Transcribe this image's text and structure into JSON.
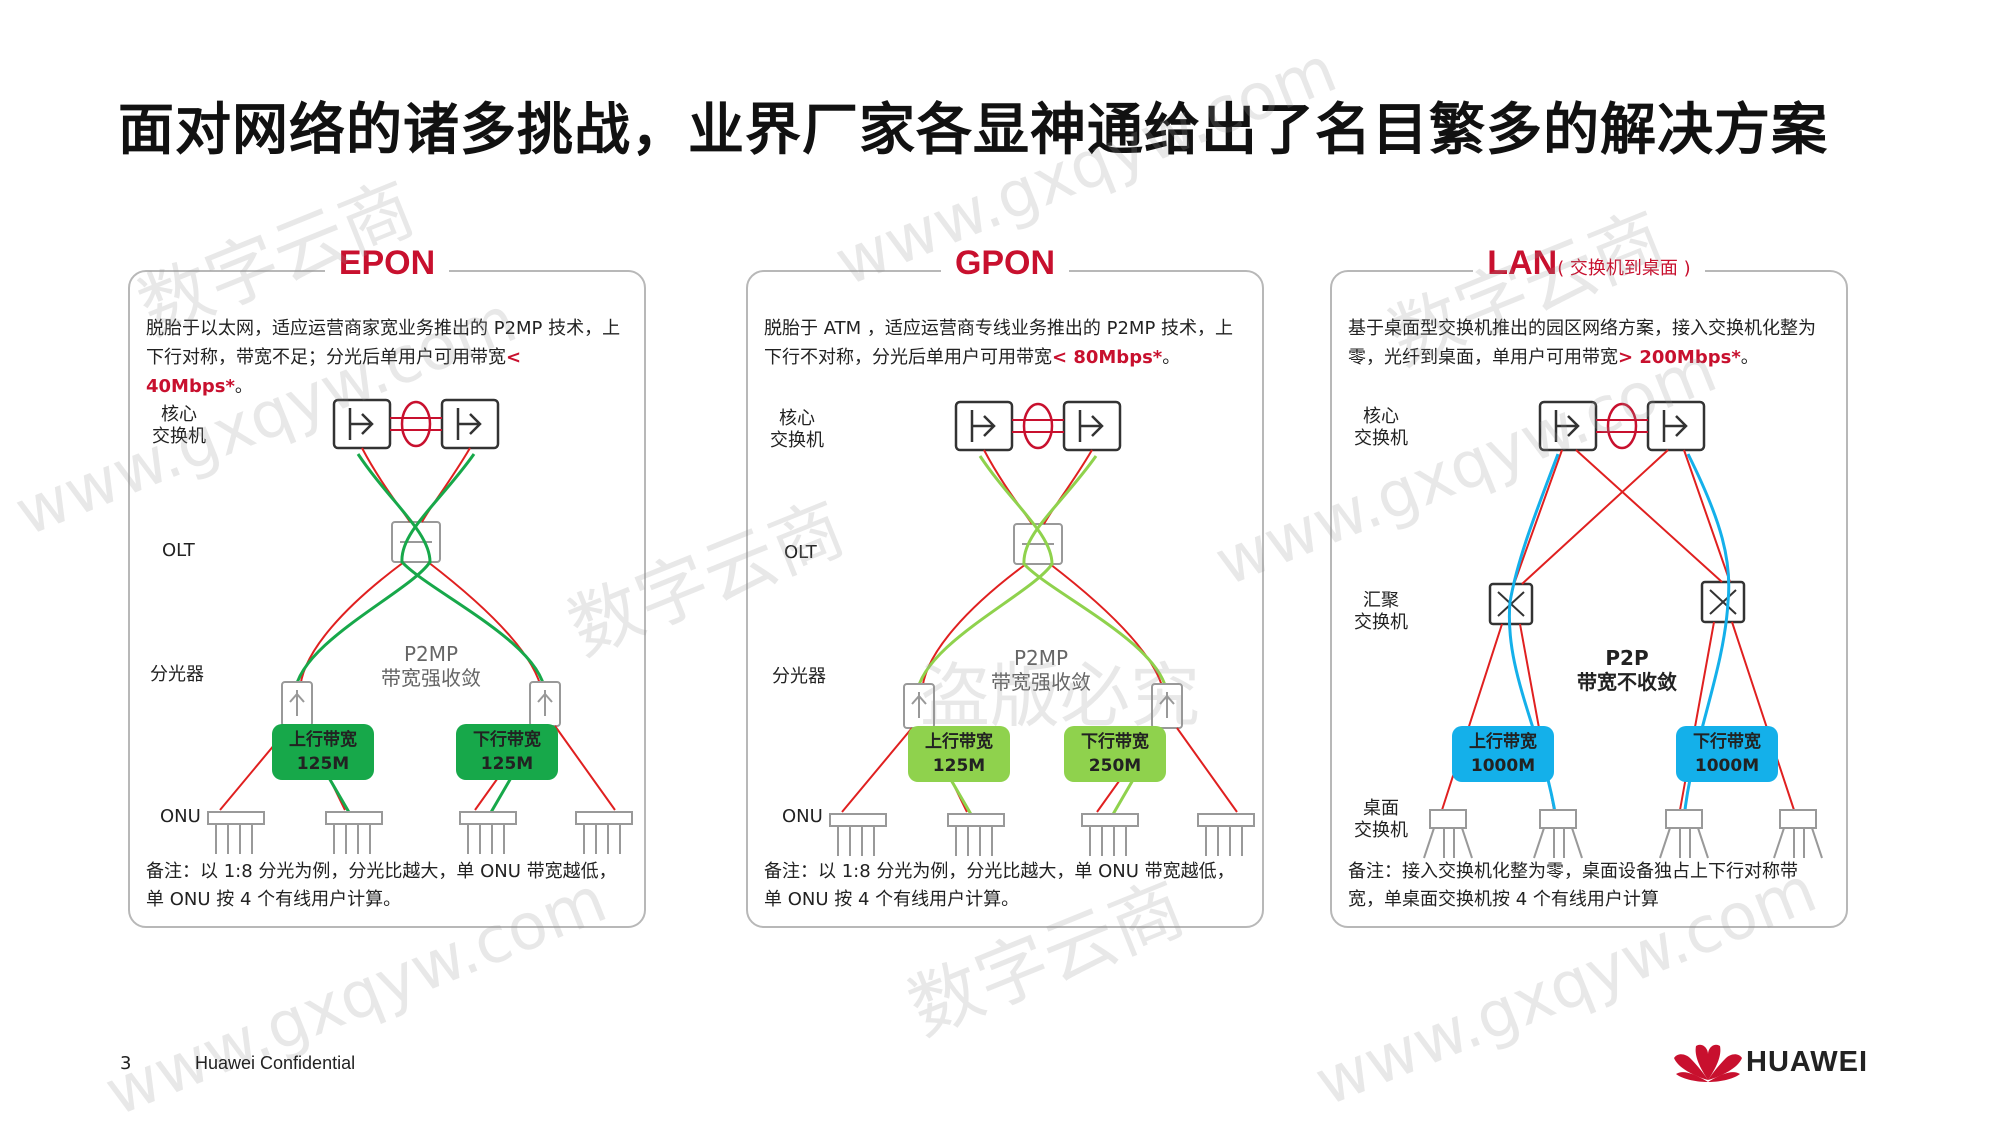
{
  "title": "面对网络的诸多挑战，业界厂家各显神通给出了名目繁多的解决方案",
  "panels": {
    "epon": {
      "title": "EPON",
      "desc_prefix": "脱胎于以太网，适应运营商家宽业务推出的 P2MP 技术，上下行对称，带宽不足；分光后单用户可用带宽",
      "desc_highlight": "< 40Mbps*",
      "desc_suffix": "。",
      "labels": {
        "core": "核心\n交换机",
        "olt": "OLT",
        "splitter": "分光器",
        "onu": "ONU"
      },
      "middle": "P2MP\n带宽强收敛",
      "up": {
        "label": "上行带宽",
        "value": "125M"
      },
      "down": {
        "label": "下行带宽",
        "value": "125M"
      },
      "note": "备注：以 1:8 分光为例，分光比越大，单 ONU 带宽越低，单 ONU 按 4 个有线用户计算。"
    },
    "gpon": {
      "title": "GPON",
      "desc_prefix": "脱胎于 ATM ，适应运营商专线业务推出的 P2MP 技术，上下行不对称，分光后单用户可用带宽",
      "desc_highlight": "< 80Mbps*",
      "desc_suffix": "。",
      "labels": {
        "core": "核心\n交换机",
        "olt": "OLT",
        "splitter": "分光器",
        "onu": "ONU"
      },
      "middle": "P2MP\n带宽强收敛",
      "up": {
        "label": "上行带宽",
        "value": "125M"
      },
      "down": {
        "label": "下行带宽",
        "value": "250M"
      },
      "note": "备注：以 1:8 分光为例，分光比越大，单 ONU 带宽越低，单 ONU 按 4 个有线用户计算。"
    },
    "lan": {
      "title": "LAN",
      "subtitle": "( 交换机到桌面 )",
      "desc_prefix": "基于桌面型交换机推出的园区网络方案，接入交换机化整为零，光纤到桌面，单用户可用带宽",
      "desc_highlight": "> 200Mbps*",
      "desc_suffix": "。",
      "labels": {
        "core": "核心\n交换机",
        "agg": "汇聚\n交换机",
        "desk": "桌面\n交换机"
      },
      "middle": "P2P\n带宽不收敛",
      "up": {
        "label": "上行带宽",
        "value": "1000M"
      },
      "down": {
        "label": "下行带宽",
        "value": "1000M"
      },
      "note": "备注：接入交换机化整为零，桌面设备独占上下行对称带宽，单桌面交换机按 4 个有线用户计算"
    }
  },
  "footer": {
    "page": "3",
    "confidential": "Huawei Confidential",
    "brand": "HUAWEI"
  },
  "watermark": {
    "text1": "数字云商",
    "text2": "www.gxqyw.com",
    "text3": "盗版必究"
  },
  "colors": {
    "accent": "#c8102e",
    "epon_green": "#17a84a",
    "gpon_green": "#8fd24d",
    "lan_blue": "#14b0ea"
  }
}
